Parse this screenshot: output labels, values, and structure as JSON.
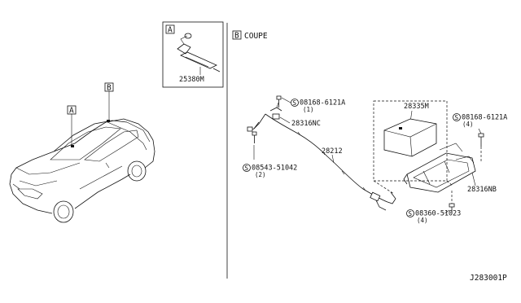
{
  "callouts": {
    "a": "A",
    "b": "B"
  },
  "section_b": {
    "marker": "B",
    "title": "COUPE"
  },
  "parts": {
    "p25380m": "25380M",
    "p28335m": "28335M",
    "p28212": "28212",
    "p28316nc": "28316NC",
    "p28316nb": "28316NB",
    "bolt1_code": "08168-6121A",
    "bolt1_qty": "(1)",
    "bolt2_code": "08168-6121A",
    "bolt2_qty": "(4)",
    "bolt3_code": "08543-51042",
    "bolt3_qty": "(2)",
    "bolt4_code": "08360-51023",
    "bolt4_qty": "(4)",
    "s_symbol": "S"
  },
  "diagram_ref": "J283001P"
}
